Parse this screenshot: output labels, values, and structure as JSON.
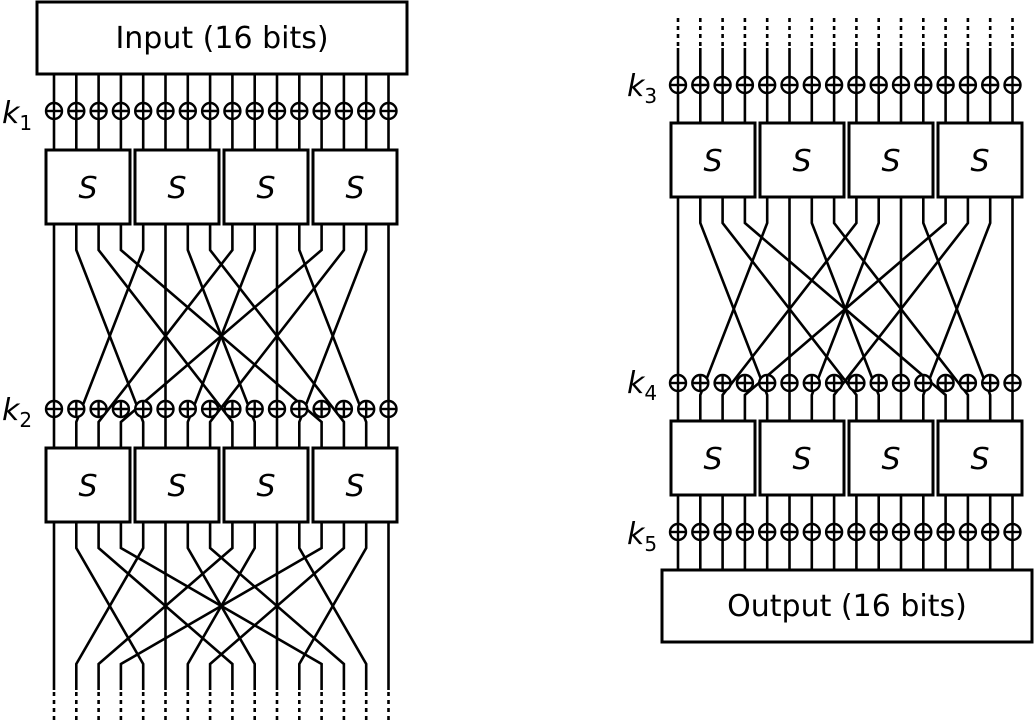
{
  "input_box": {
    "label": "Input (16 bits)"
  },
  "output_box": {
    "label": "Output (16 bits)"
  },
  "sbox_label": "S",
  "key_prefix": "k",
  "keys": [
    "1",
    "2",
    "3",
    "4",
    "5"
  ],
  "bits_per_block": 16,
  "sboxes_per_round": 4
}
